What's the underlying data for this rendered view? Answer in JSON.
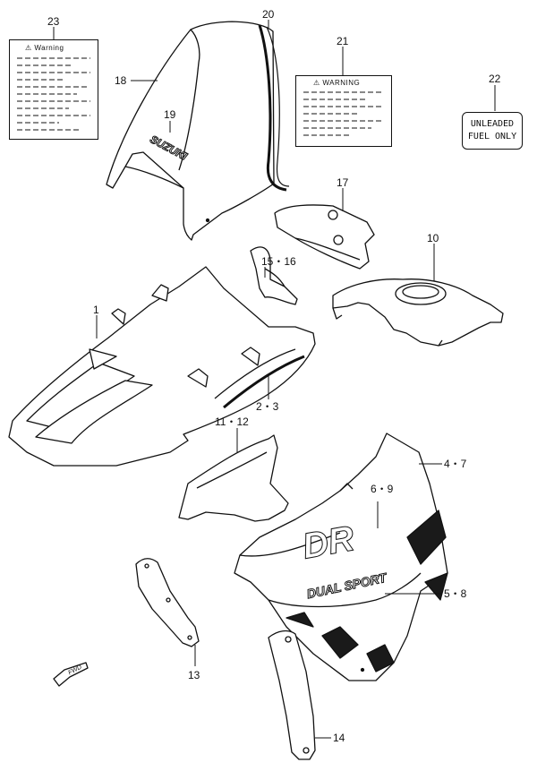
{
  "callouts": {
    "c1": "1",
    "c2_3": "2・3",
    "c4_7": "4・7",
    "c5_8": "5・8",
    "c6_9": "6・9",
    "c10": "10",
    "c11_12": "11・12",
    "c13": "13",
    "c14": "14",
    "c15_16": "15・16",
    "c17": "17",
    "c18": "18",
    "c19": "19",
    "c20": "20",
    "c21": "21",
    "c22": "22",
    "c23": "23"
  },
  "labels": {
    "warning_23": "⚠ Warning",
    "warning_21": "⚠ WARNING",
    "unleaded_line1": "UNLEADED",
    "unleaded_line2": "FUEL ONLY"
  },
  "decals": {
    "suzuki": "SUZUKI",
    "dr": "DR",
    "dual_sport": "DUAL SPORT"
  },
  "fwd_marker": "FWD",
  "colors": {
    "line": "#111111",
    "fill": "#ffffff",
    "shade": "#1a1a1a"
  }
}
